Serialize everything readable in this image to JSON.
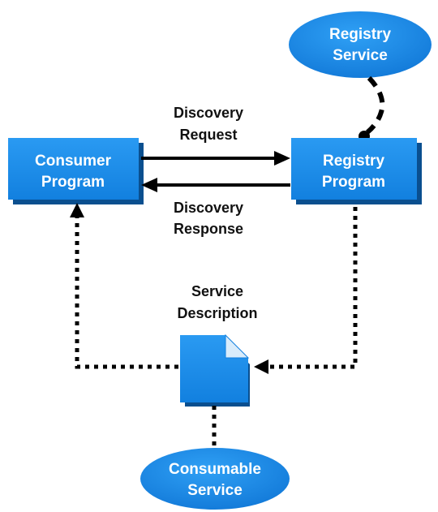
{
  "nodes": {
    "registry_service": {
      "line1": "Registry",
      "line2": "Service"
    },
    "consumer_program": {
      "line1": "Consumer",
      "line2": "Program"
    },
    "registry_program": {
      "line1": "Registry",
      "line2": "Program"
    },
    "consumable_service": {
      "line1": "Consumable",
      "line2": "Service"
    }
  },
  "labels": {
    "discovery_request": {
      "line1": "Discovery",
      "line2": "Request"
    },
    "discovery_response": {
      "line1": "Discovery",
      "line2": "Response"
    },
    "service_description": {
      "line1": "Service",
      "line2": "Description"
    }
  },
  "colors": {
    "node_fill": "#1e8de8",
    "node_shadow": "#0a4f8f",
    "line": "#000000"
  }
}
